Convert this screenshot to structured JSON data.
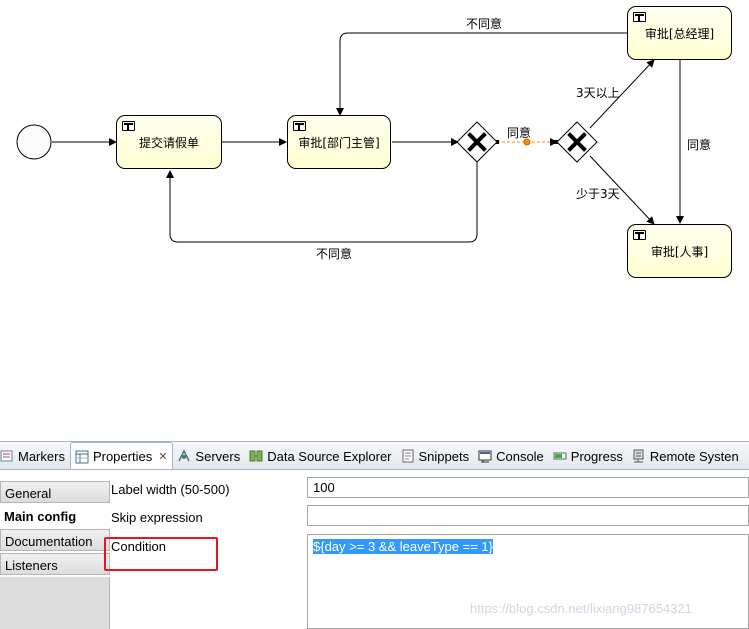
{
  "diagram": {
    "tasks": {
      "submit": "提交请假单",
      "dept_manager": "审批[部门主管]",
      "general_manager": "审批[总经理]",
      "hr": "审批[人事]"
    },
    "flows": {
      "gm_reject": "不同意",
      "dept_approve": "同意",
      "more_than_3": "3天以上",
      "less_than_3": "少于3天",
      "gm_approve": "同意",
      "dept_reject": "不同意"
    }
  },
  "tabs": [
    {
      "label": "Markers",
      "icon": "markers-icon"
    },
    {
      "label": "Properties",
      "icon": "properties-icon",
      "active": true
    },
    {
      "label": "Servers",
      "icon": "servers-icon"
    },
    {
      "label": "Data Source Explorer",
      "icon": "data-source-icon"
    },
    {
      "label": "Snippets",
      "icon": "snippets-icon"
    },
    {
      "label": "Console",
      "icon": "console-icon"
    },
    {
      "label": "Progress",
      "icon": "progress-icon"
    },
    {
      "label": "Remote Systen",
      "icon": "remote-systems-icon"
    }
  ],
  "side_tabs": [
    {
      "label": "General"
    },
    {
      "label": "Main config",
      "active": true
    },
    {
      "label": "Documentation"
    },
    {
      "label": "Listeners"
    }
  ],
  "properties": {
    "label_width": {
      "label": "Label width (50-500)",
      "value": "100"
    },
    "skip_expression": {
      "label": "Skip expression",
      "value": ""
    },
    "condition": {
      "label": "Condition",
      "value": "${day >= 3 && leaveType == 1}"
    }
  },
  "watermark": "https://blog.csdn.net/lixiang987654321",
  "colors": {
    "task_fill": "#ffffd2",
    "selected_flow": "#ff8c00",
    "highlight_box": "#e8141b",
    "selection": "#3399ff"
  }
}
